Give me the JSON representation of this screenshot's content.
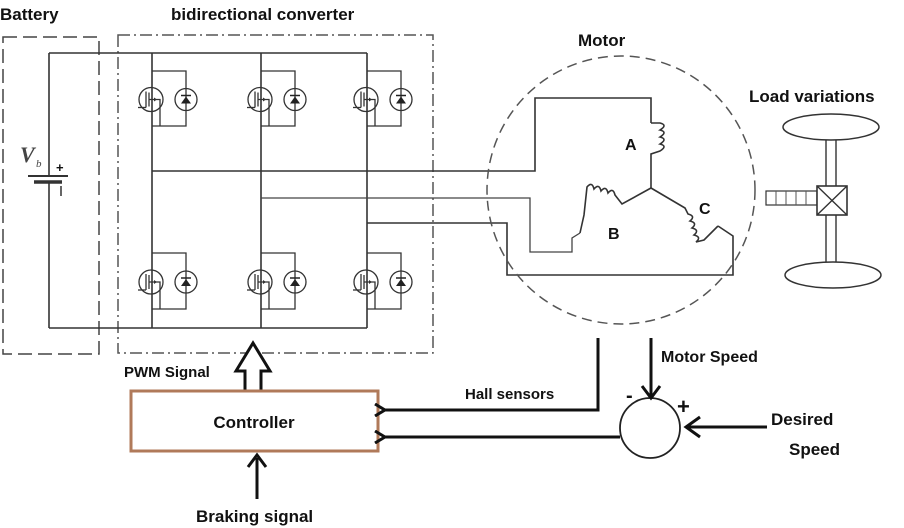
{
  "title": "BLDC motor drive system with bidirectional converter",
  "labels": {
    "battery": "Battery",
    "converter": "bidirectional converter",
    "motor": "Motor",
    "load": "Load variations",
    "vb": "V",
    "vb_sub": "b",
    "plus": "+",
    "minus": "-",
    "phase_a": "A",
    "phase_b": "B",
    "phase_c": "C",
    "pwm": "PWM Signal",
    "controller": "Controller",
    "hall": "Hall sensors",
    "motor_speed": "Motor Speed",
    "desired_line1": "Desired",
    "desired_line2": "Speed",
    "braking": "Braking signal",
    "sum_minus": "-",
    "sum_plus": "+"
  },
  "colors": {
    "controller_border": "#b07a5a",
    "line": "#333333",
    "text": "#111111"
  },
  "switches": {
    "legs": 3,
    "per_leg": [
      "upper",
      "lower"
    ],
    "device": "MOSFET with antiparallel diode"
  }
}
